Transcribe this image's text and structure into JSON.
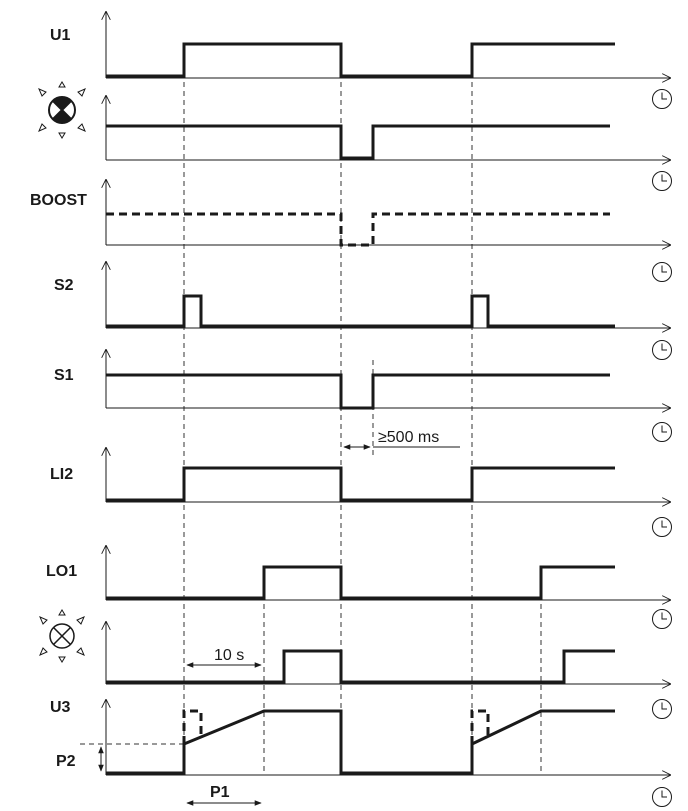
{
  "signals": [
    {
      "label": "U1"
    },
    {
      "label": ""
    },
    {
      "label": "BOOST"
    },
    {
      "label": "S2"
    },
    {
      "label": "S1"
    },
    {
      "label": "LI2"
    },
    {
      "label": "LO1"
    },
    {
      "label": ""
    },
    {
      "label": "U3"
    }
  ],
  "icons": {
    "lamp_boost": "boost-lamp-icon",
    "lamp_output": "output-lamp-icon",
    "time_axis": "clock-icon"
  },
  "annotations": {
    "min_pulse": "≥500 ms",
    "delay": "10 s",
    "p1": "P1",
    "p2": "P2"
  }
}
